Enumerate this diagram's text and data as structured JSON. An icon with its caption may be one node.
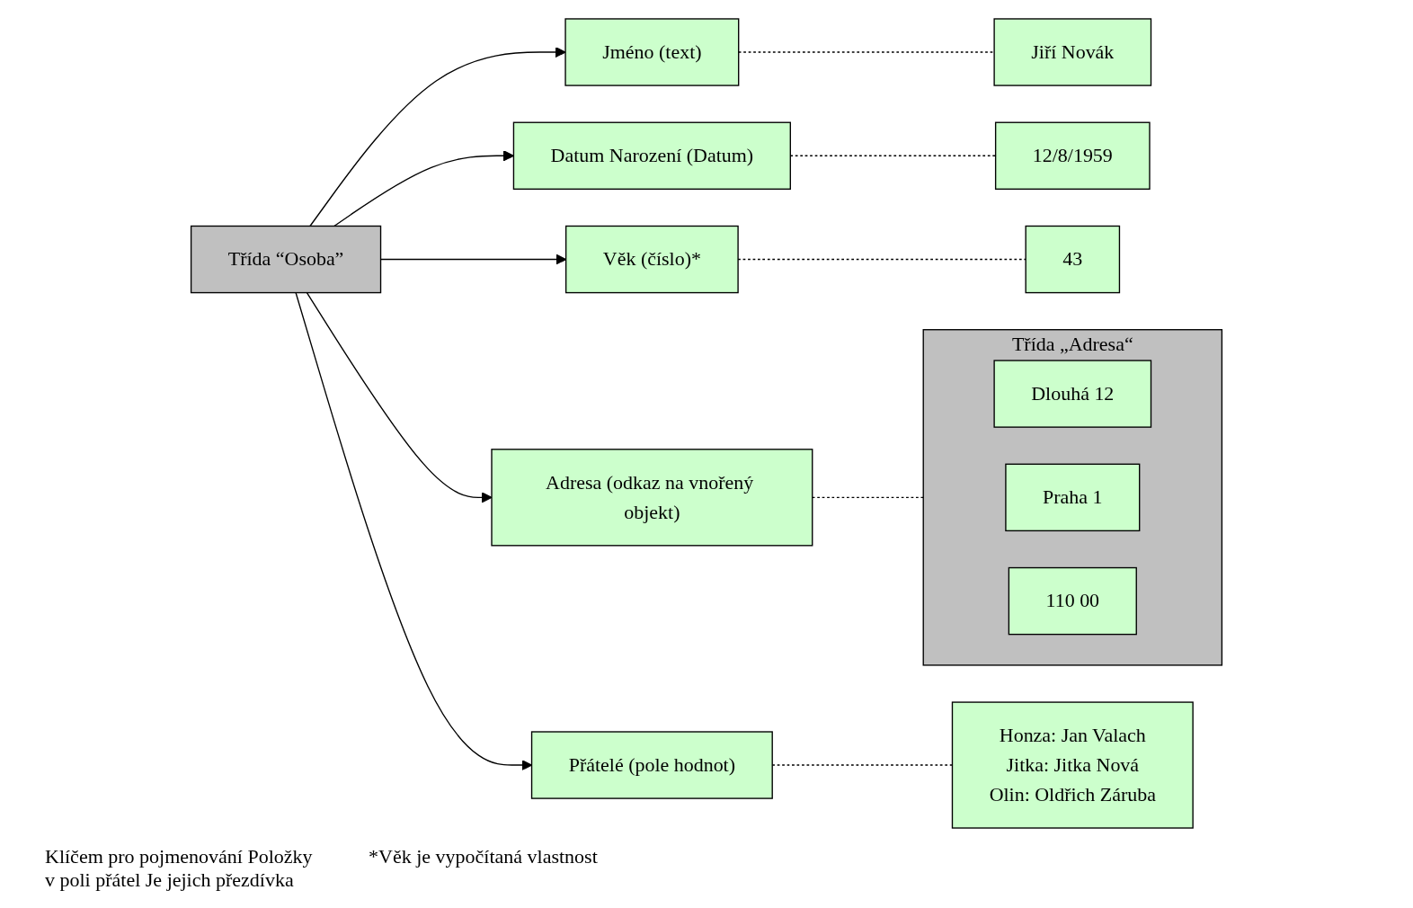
{
  "diagram": {
    "nodes": [
      {
        "text": [
          "Třída “Osoba”"
        ]
      },
      {
        "text": [
          "Jméno (text)"
        ]
      },
      {
        "text": [
          "Datum Narození (Datum)"
        ]
      },
      {
        "text": [
          "Věk (číslo)*"
        ]
      },
      {
        "text": [
          "Adresa (odkaz na vnořený objekt)"
        ]
      },
      {
        "text": [
          "Přátelé (pole hodnot)"
        ]
      },
      {
        "text": [
          "Jiří Novák"
        ]
      },
      {
        "text": [
          "12/8/1959"
        ]
      },
      {
        "text": [
          "43"
        ]
      },
      {
        "text": [
          "Třída „Adresa“"
        ]
      },
      {
        "text": [
          "Dlouhá 12"
        ],
        "in": 9
      },
      {
        "text": [
          "Praha 1"
        ],
        "in": 9
      },
      {
        "text": [
          "110 00"
        ],
        "in": 9
      },
      {
        "text": [
          "Honza: Jan Valach",
          "Jitka: Jitka Nová",
          "Olin: Oldřich Záruba"
        ]
      }
    ],
    "edges": [
      {
        "from": 0,
        "to": 1,
        "arrow": "to"
      },
      {
        "from": 0,
        "to": 2,
        "arrow": "to"
      },
      {
        "from": 0,
        "to": 3,
        "arrow": "to"
      },
      {
        "from": 0,
        "to": 4,
        "arrow": "to"
      },
      {
        "from": 0,
        "to": 5,
        "arrow": "to"
      },
      {
        "from": 1,
        "to": 6,
        "arrow": "none",
        "style": "dashed"
      },
      {
        "from": 2,
        "to": 7,
        "arrow": "none",
        "style": "dashed"
      },
      {
        "from": 3,
        "to": 8,
        "arrow": "none",
        "style": "dashed"
      },
      {
        "from": 4,
        "to": 9,
        "arrow": "none",
        "style": "dashed"
      },
      {
        "from": 5,
        "to": 13,
        "arrow": "none",
        "style": "dashed"
      }
    ],
    "labels": [
      "Klíčem pro pojmenování Položky v poli přátel Je jejich přezdívka",
      "*Věk je vypočítaná vlastnost"
    ]
  }
}
